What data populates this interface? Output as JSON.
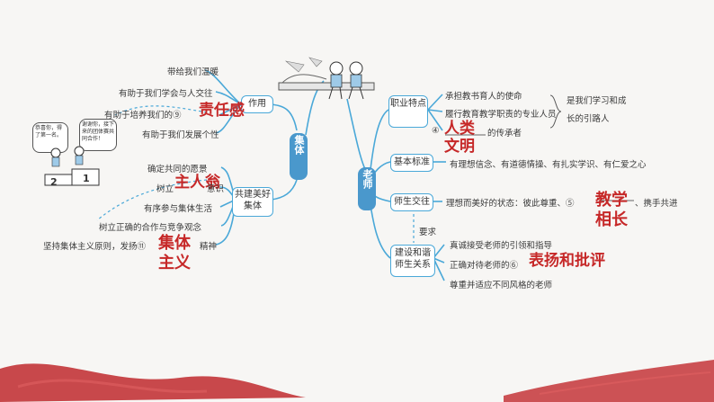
{
  "collective": {
    "center": "集体",
    "function_box": "作用",
    "function_items": [
      "带给我们温暖",
      "有助于我们学会与人交往",
      "有助于培养我们的⑨",
      "有助于我们发展个性"
    ],
    "answer9": "责任感",
    "build_box": "共建美好集体",
    "build_items": [
      "确定共同的愿景",
      "树立",
      "意识",
      "有序参与集体生活",
      "树立正确的合作与竞争观念",
      "坚持集体主义原则，发扬⑪",
      "精神"
    ],
    "answer10": "主人翁",
    "answer11": "集体主义",
    "cartoon": {
      "bubble_left": "恭喜你，得了第一名。",
      "bubble_right": "谢谢你，接下来的团体赛共同合作！",
      "podium_left": "2",
      "podium_right": "1"
    }
  },
  "teacher": {
    "center": "老师",
    "career_box": "职业特点",
    "career_items": [
      "承担教书育人的使命",
      "履行教育教学职责的专业人员",
      "④",
      "的传承者"
    ],
    "answer4": "人类文明",
    "career_bracket": "是我们学习和成长的引路人",
    "standard_box": "基本标准",
    "standard_text": "有理想信念、有道德情操、有扎实学识、有仁爱之心",
    "relation_box": "师生交往",
    "relation_text_a": "理想而美好的状态：彼此尊重、⑤",
    "relation_text_b": "、携手共进",
    "answer5": "教学相长",
    "require_label": "要求",
    "harmony_box": "建设和谐师生关系",
    "harmony_items": [
      "真诚接受老师的引领和指导",
      "正确对待老师的⑥",
      "尊重并适应不同风格的老师"
    ],
    "answer6": "表扬和批评"
  }
}
